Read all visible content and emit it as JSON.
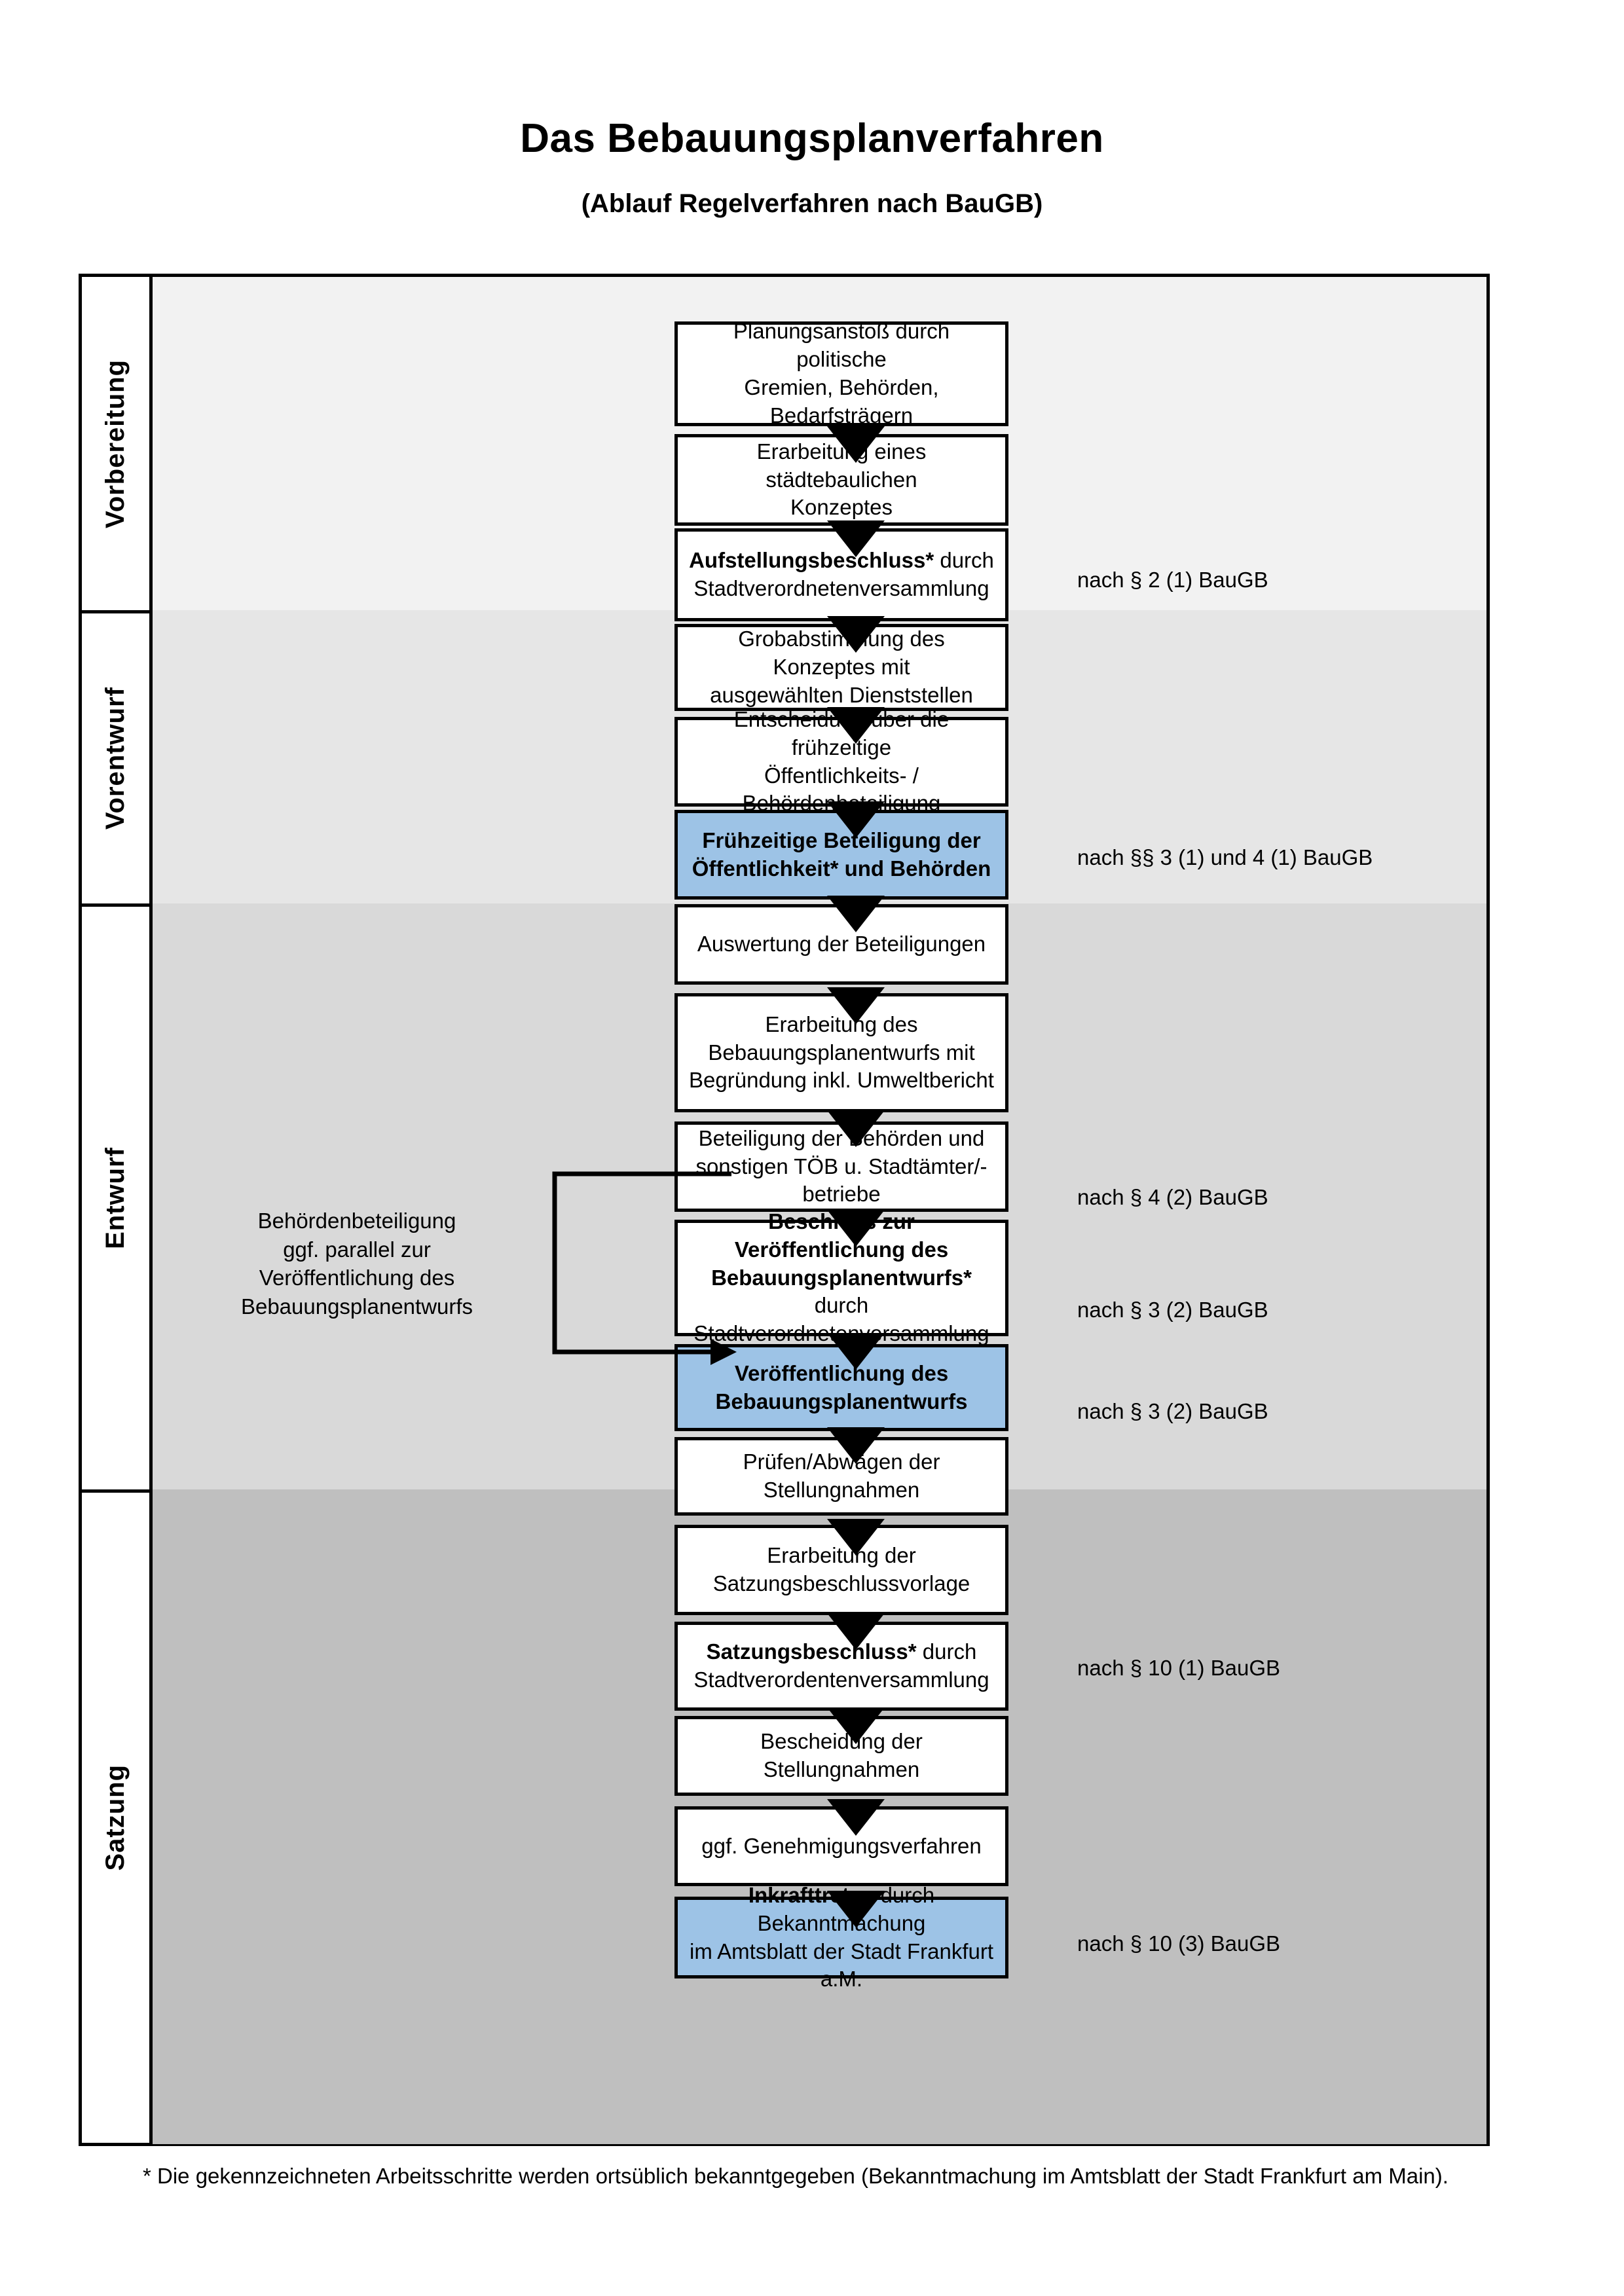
{
  "header": {
    "title": "Das Bebauungsplanverfahren",
    "subtitle": "(Ablauf Regelverfahren nach BauGB)"
  },
  "phases": [
    {
      "label": "Vorbereitung",
      "band_color": "#f2f2f2"
    },
    {
      "label": "Vorentwurf",
      "band_color": "#e6e6e6"
    },
    {
      "label": "Entwurf",
      "band_color": "#d9d9d9"
    },
    {
      "label": "Satzung",
      "band_color": "#bfbfbf"
    }
  ],
  "steps": [
    {
      "id": "planungsanstoss",
      "line1": "Planungsanstoß durch politische",
      "line2": "Gremien, Behörden, Bedarfsträgern",
      "highlight": false,
      "bold_prefix": ""
    },
    {
      "id": "konzept",
      "line1": "Erarbeitung eines städtebaulichen",
      "line2": "Konzeptes",
      "highlight": false,
      "bold_prefix": ""
    },
    {
      "id": "aufstellungsbeschluss",
      "line1": "Aufstellungsbeschluss* durch",
      "line2": "Stadtverordnetenversammlung",
      "highlight": false,
      "bold_prefix": "Aufstellungsbeschluss*"
    },
    {
      "id": "grobabstimmung",
      "line1": "Grobabstimmung des Konzeptes mit",
      "line2": "ausgewählten Dienststellen",
      "highlight": false,
      "bold_prefix": ""
    },
    {
      "id": "entscheidung",
      "line1": "Entscheidung über die frühzeitige",
      "line2": "Öffentlichkeits- / Behördenbeteiligung",
      "highlight": false,
      "bold_prefix": ""
    },
    {
      "id": "fruehzeitige-beteiligung",
      "line1": "Frühzeitige Beteiligung der",
      "line2": "Öffentlichkeit* und Behörden",
      "highlight": true,
      "bold_prefix": "ALL"
    },
    {
      "id": "auswertung",
      "line1": "Auswertung der Beteiligungen",
      "line2": "",
      "highlight": false,
      "bold_prefix": ""
    },
    {
      "id": "erarbeitung-entwurf",
      "line1": "Erarbeitung des",
      "line2": "Bebauungsplanentwurfs mit",
      "line3": "Begründung inkl. Umweltbericht",
      "highlight": false,
      "bold_prefix": ""
    },
    {
      "id": "beteiligung-behoerden",
      "line1": "Beteiligung der Behörden und",
      "line2": "sonstigen TÖB u. Stadtämter/-betriebe",
      "highlight": false,
      "bold_prefix": ""
    },
    {
      "id": "beschluss-veroeffentlichung",
      "line1": "Beschluss zur Veröffentlichung des",
      "line2": "Bebauungsplanentwurfs* durch",
      "line3": "Stadtverordnetenversammlung",
      "highlight": false,
      "bold_prefix": "Beschluss zur Veröffentlichung des Bebauungsplanentwurfs*"
    },
    {
      "id": "veroeffentlichung",
      "line1": "Veröffentlichung des",
      "line2": "Bebauungsplanentwurfs",
      "highlight": true,
      "bold_prefix": "ALL"
    },
    {
      "id": "pruefen-abwaegen",
      "line1": "Prüfen/Abwägen der Stellungnahmen",
      "line2": "",
      "highlight": false,
      "bold_prefix": ""
    },
    {
      "id": "satzungsvorlage",
      "line1": "Erarbeitung der",
      "line2": "Satzungsbeschlussvorlage",
      "highlight": false,
      "bold_prefix": ""
    },
    {
      "id": "satzungsbeschluss",
      "line1": "Satzungsbeschluss* durch",
      "line2": "Stadtverordentenversammlung",
      "highlight": false,
      "bold_prefix": "Satzungsbeschluss*"
    },
    {
      "id": "bescheidung",
      "line1": "Bescheidung der Stellungnahmen",
      "line2": "",
      "highlight": false,
      "bold_prefix": ""
    },
    {
      "id": "genehmigungsverfahren",
      "line1": "ggf. Genehmigungsverfahren",
      "line2": "",
      "highlight": false,
      "bold_prefix": ""
    },
    {
      "id": "inkrafttreten",
      "line1": "Inkrafttreten durch Bekanntmachung",
      "line2": "im Amtsblatt der Stadt Frankfurt a.M.",
      "highlight": true,
      "bold_prefix": "Inkrafttreten"
    }
  ],
  "step_text": {
    "planungsanstoss_l1": "Planungsanstoß durch politische",
    "planungsanstoss_l2": "Gremien, Behörden, Bedarfsträgern",
    "konzept_l1": "Erarbeitung eines städtebaulichen",
    "konzept_l2": "Konzeptes",
    "aufstellung_bold": "Aufstellungsbeschluss*",
    "aufstellung_rest": " durch",
    "aufstellung_l2": "Stadtverordnetenversammlung",
    "grobabstimmung_l1": "Grobabstimmung des Konzeptes mit",
    "grobabstimmung_l2": "ausgewählten Dienststellen",
    "entscheidung_l1": "Entscheidung über die frühzeitige",
    "entscheidung_l2": "Öffentlichkeits- / Behördenbeteiligung",
    "fruehzeitige_l1": "Frühzeitige Beteiligung der",
    "fruehzeitige_l2": "Öffentlichkeit* und Behörden",
    "auswertung_l1": "Auswertung der Beteiligungen",
    "erarbeitung_l1": "Erarbeitung des",
    "erarbeitung_l2": "Bebauungsplanentwurfs mit",
    "erarbeitung_l3": "Begründung inkl. Umweltbericht",
    "beteiligung_l1": "Beteiligung der Behörden und",
    "beteiligung_l2": "sonstigen TÖB u. Stadtämter/-betriebe",
    "beschluss_b1": "Beschluss zur Veröffentlichung des",
    "beschluss_b2": "Bebauungsplanentwurfs*",
    "beschluss_rest": " durch",
    "beschluss_l3": "Stadtverordnetenversammlung",
    "veroeffentlichung_l1": "Veröffentlichung des",
    "veroeffentlichung_l2": "Bebauungsplanentwurfs",
    "pruefen_l1": "Prüfen/Abwägen der Stellungnahmen",
    "satzungsvorlage_l1": "Erarbeitung der",
    "satzungsvorlage_l2": "Satzungsbeschlussvorlage",
    "satzungsbeschluss_bold": "Satzungsbeschluss*",
    "satzungsbeschluss_rest": " durch",
    "satzungsbeschluss_l2": "Stadtverordentenversammlung",
    "bescheidung_l1": "Bescheidung der Stellungnahmen",
    "genehmigung_l1": "ggf. Genehmigungsverfahren",
    "inkrafttreten_bold": "Inkrafttreten",
    "inkrafttreten_rest": " durch Bekanntmachung",
    "inkrafttreten_l2": "im Amtsblatt der Stadt Frankfurt a.M."
  },
  "side_note": {
    "line1": "Behördenbeteiligung",
    "line2": "ggf. parallel zur",
    "line3": "Veröffentlichung des",
    "line4": "Bebauungsplanentwurfs"
  },
  "law_notes": [
    {
      "id": "law-2-1",
      "text": "nach § 2 (1) BauGB"
    },
    {
      "id": "law-3-1-4-1",
      "text": "nach §§ 3 (1) und 4 (1) BauGB"
    },
    {
      "id": "law-4-2",
      "text": "nach § 4 (2) BauGB"
    },
    {
      "id": "law-3-2-a",
      "text": "nach § 3 (2) BauGB"
    },
    {
      "id": "law-3-2-b",
      "text": "nach § 3 (2) BauGB"
    },
    {
      "id": "law-10-1",
      "text": "nach § 10 (1) BauGB"
    },
    {
      "id": "law-10-3",
      "text": "nach § 10 (3) BauGB"
    }
  ],
  "footnote": {
    "text": "* Die gekennzeichneten Arbeitsschritte werden ortsüblich bekanntgegeben (Bekanntmachung im Amtsblatt  der Stadt Frankfurt am Main)."
  },
  "colors": {
    "highlight_blue": "#9dc3e6",
    "border_black": "#000000",
    "band_1": "#f2f2f2",
    "band_2": "#e6e6e6",
    "band_3": "#d9d9d9",
    "band_4": "#bfbfbf"
  }
}
